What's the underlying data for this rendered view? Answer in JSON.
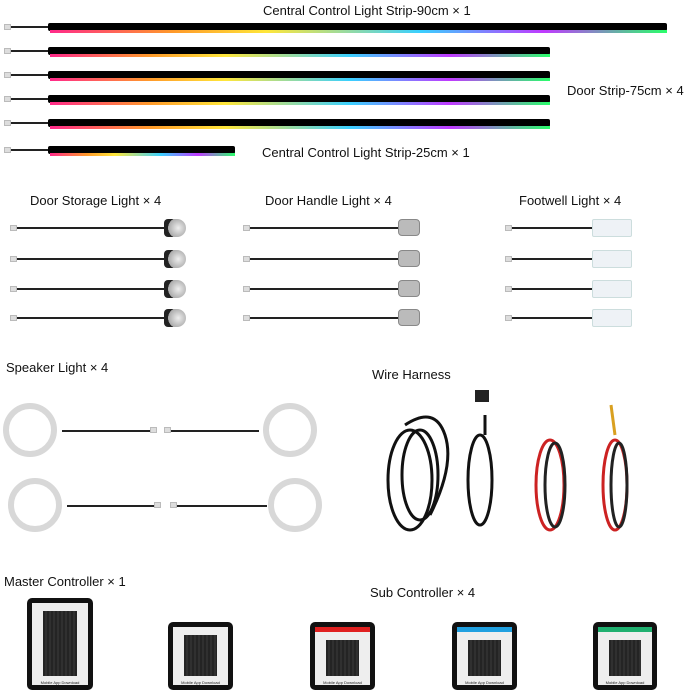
{
  "strips": {
    "central_90": "Central Control Light Strip-90cm × 1",
    "door_75": "Door Strip-75cm × 4",
    "central_25": "Central Control Light Strip-25cm × 1"
  },
  "lights": {
    "door_storage": "Door Storage Light × 4",
    "door_handle": "Door Handle Light × 4",
    "footwell": "Footwell Light × 4",
    "speaker": "Speaker Light × 4"
  },
  "wire_harness": "Wire Harness",
  "controllers": {
    "master": "Master Controller × 1",
    "sub": "Sub Controller × 4",
    "app_text": "Mobile App Download",
    "accent_colors": [
      "#e02020",
      "#20a0e0",
      "#20b070"
    ]
  }
}
